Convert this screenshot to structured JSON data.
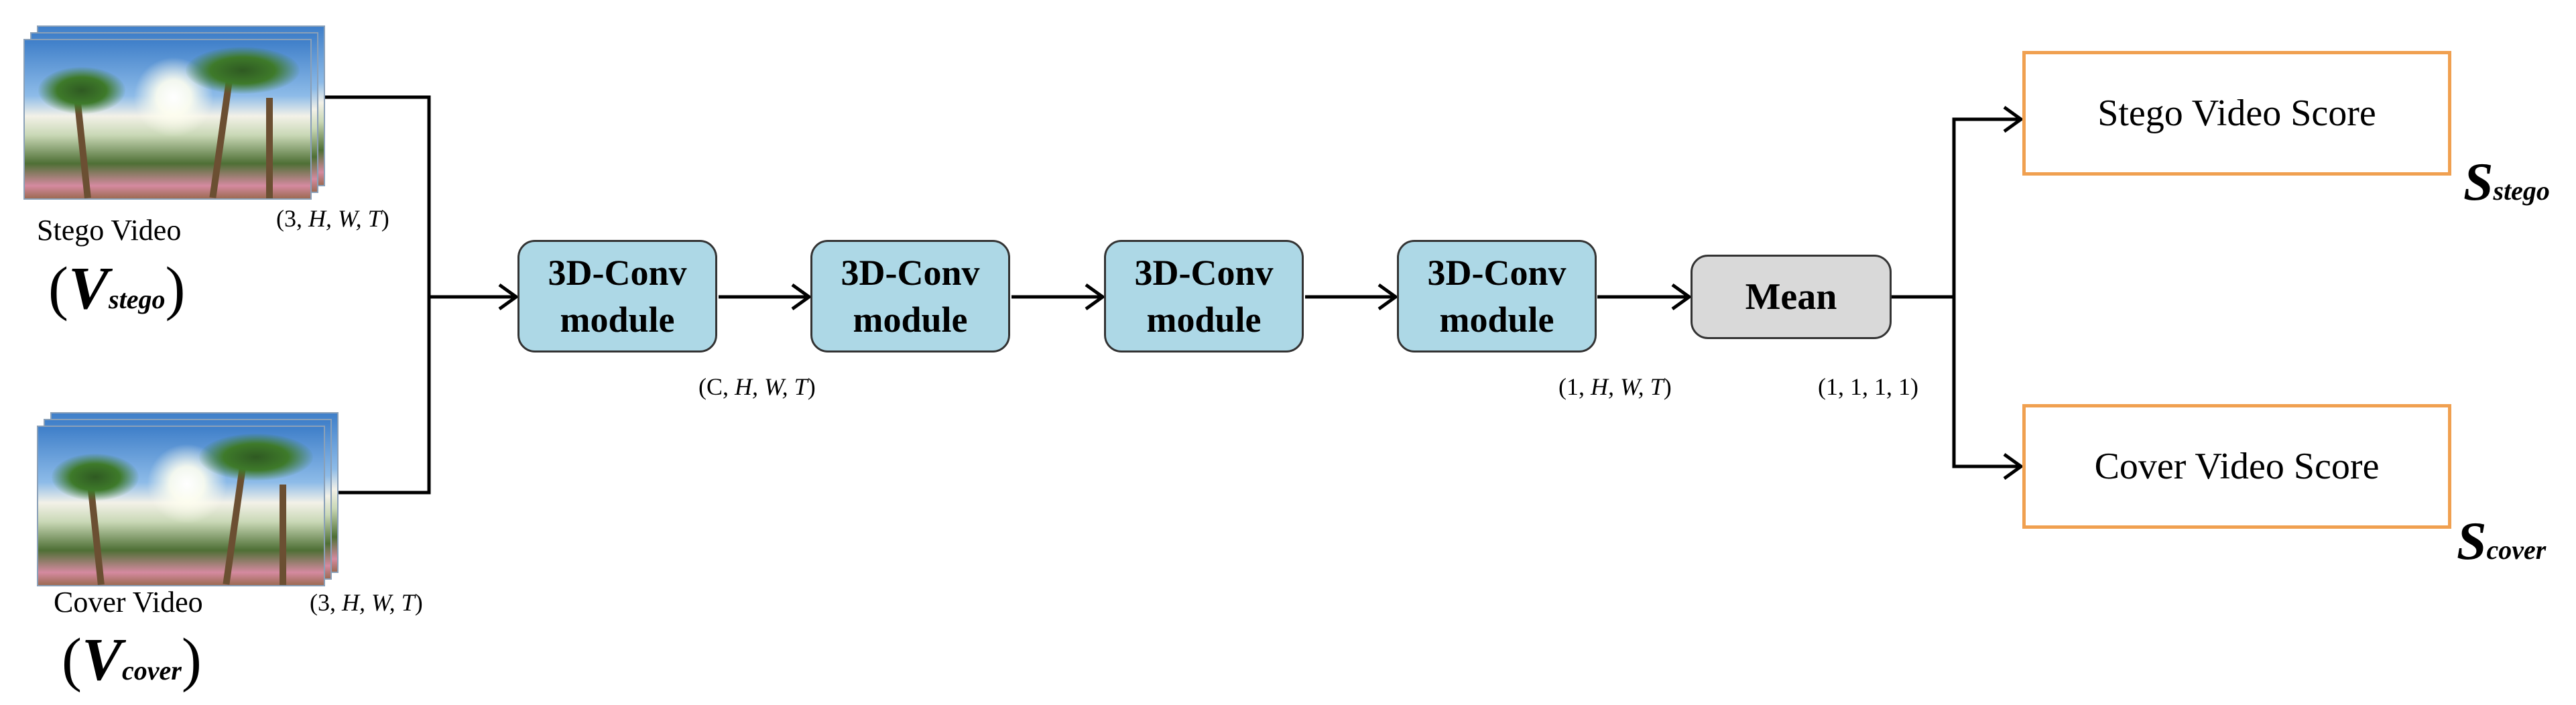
{
  "inputs": {
    "stego": {
      "label": "Stego Video",
      "symbol_main": "V",
      "symbol_sub": "stego",
      "dims_prefix": "(3, ",
      "dims_italic": "H, W, T",
      "dims_suffix": ")"
    },
    "cover": {
      "label": "Cover Video",
      "symbol_main": "V",
      "symbol_sub": "cover",
      "dims_prefix": "(3, ",
      "dims_italic": "H, W, T",
      "dims_suffix": ")"
    }
  },
  "modules": [
    {
      "line1": "3D-Conv",
      "line2": "module"
    },
    {
      "line1": "3D-Conv",
      "line2": "module"
    },
    {
      "line1": "3D-Conv",
      "line2": "module"
    },
    {
      "line1": "3D-Conv",
      "line2": "module"
    }
  ],
  "dims_after_first": {
    "prefix": "(C, ",
    "italic": "H, W, T",
    "suffix": ")"
  },
  "dims_after_last": {
    "prefix": "(1, ",
    "italic": "H, W, T",
    "suffix": ")"
  },
  "mean": {
    "label": "Mean",
    "dims": "(1, 1, 1, 1)"
  },
  "outputs": {
    "stego": {
      "label": "Stego Video Score",
      "symbol_main": "S",
      "symbol_sub": "stego"
    },
    "cover": {
      "label": "Cover Video Score",
      "symbol_main": "S",
      "symbol_sub": "cover"
    }
  },
  "colors": {
    "module_fill": "#add8e6",
    "mean_fill": "#d9d9d9",
    "score_border": "#f0a050",
    "line": "#000000"
  }
}
